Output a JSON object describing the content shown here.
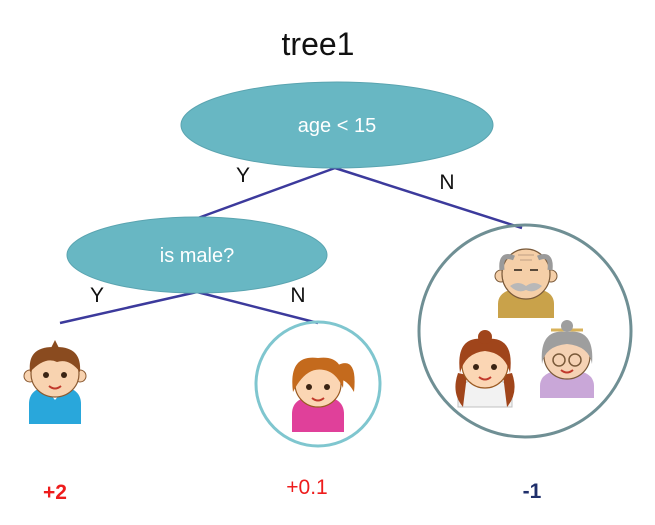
{
  "title": "tree1",
  "colors": {
    "node_fill": "#68b7c3",
    "node_stroke": "#5aa4b0",
    "edge": "#3c3a9c",
    "leaf_ring_pink": "#7fc6cf",
    "leaf_ring_gray": "#6f8f94",
    "value_positive": "#ee1c1c",
    "value_negative": "#1f2f6b"
  },
  "nodes": {
    "root": {
      "label": "age < 15"
    },
    "is_male": {
      "label": "is male?"
    }
  },
  "edges": {
    "root_yes": "Y",
    "root_no": "N",
    "male_yes": "Y",
    "male_no": "N"
  },
  "leaves": {
    "boy": {
      "icon": "boy-icon",
      "value": "+2"
    },
    "girl": {
      "icon": "girl-icon",
      "value": "+0.1"
    },
    "adults": {
      "icons": [
        "grandpa-icon",
        "woman-icon",
        "grandma-icon"
      ],
      "value": "-1"
    }
  }
}
